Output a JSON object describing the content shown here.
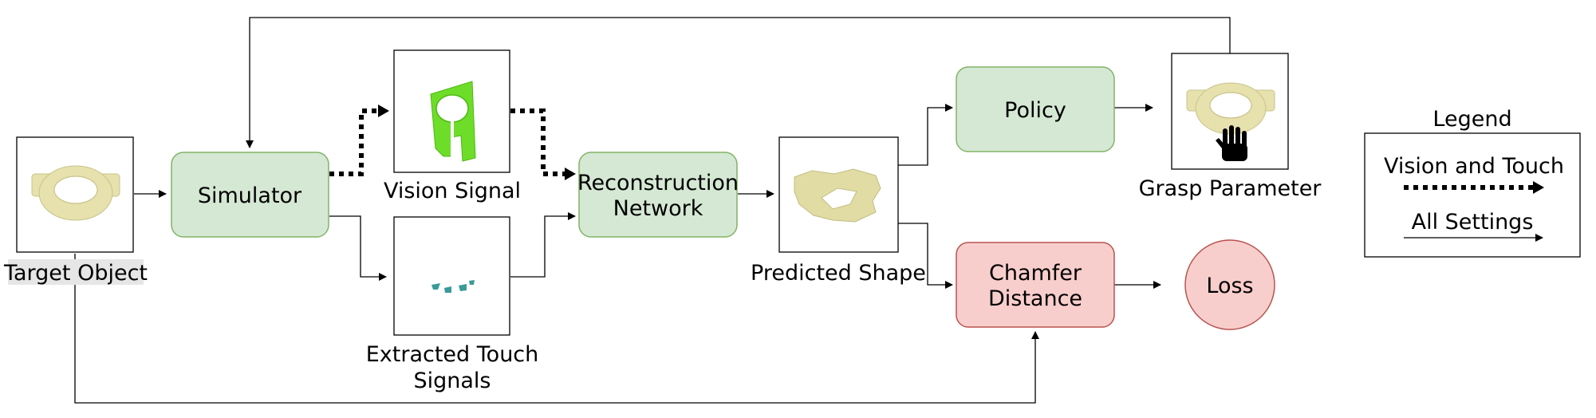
{
  "nodes": {
    "target_object": "Target Object",
    "simulator": "Simulator",
    "vision_signal": "Vision Signal",
    "touch_signals_line1": "Extracted Touch",
    "touch_signals_line2": "Signals",
    "reconstruction_line1": "Reconstruction",
    "reconstruction_line2": "Network",
    "predicted_shape": "Predicted Shape",
    "policy": "Policy",
    "grasp_parameter": "Grasp Parameter",
    "chamfer_line1": "Chamfer",
    "chamfer_line2": "Distance",
    "loss": "Loss"
  },
  "legend": {
    "title": "Legend",
    "vision_touch": "Vision and Touch",
    "all_settings": "All Settings"
  },
  "colors": {
    "process_fill": "#d5e8d4",
    "process_stroke": "#82b366",
    "loss_fill": "#f8cecc",
    "loss_stroke": "#b85450",
    "object_color": "#e8e4b0",
    "vision_color": "#66dd22",
    "touch_color": "#3a9a9a"
  }
}
